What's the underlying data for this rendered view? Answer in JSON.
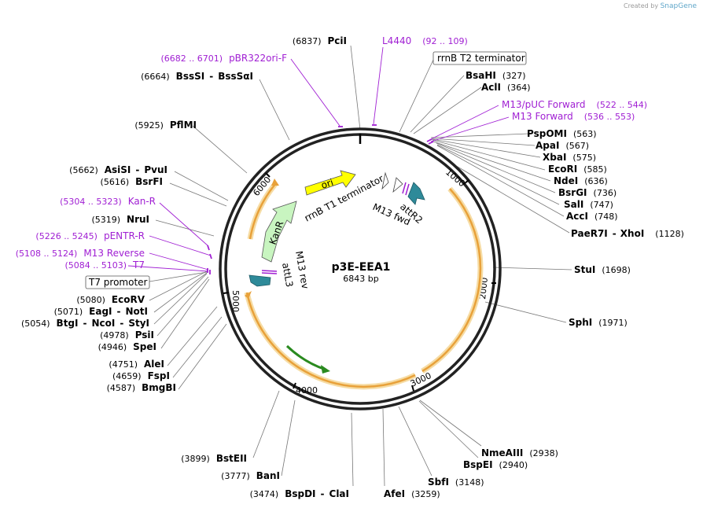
{
  "credit": {
    "prefix": "Created by",
    "brand": "SnapGene"
  },
  "plasmid": {
    "name": "p3E-EEA1",
    "length": "6843 bp"
  },
  "ticks": [
    "1000",
    "2000",
    "3000",
    "4000",
    "5000",
    "6000"
  ],
  "features": {
    "ori": "ori",
    "kanr": "KanR",
    "rrnb_t1": "rrnB T1 terminator",
    "m13_fwd": "M13 fwd",
    "attr2": "attR2",
    "m13_rev": "M13 rev",
    "attl3": "attL3"
  },
  "boxed": {
    "rrnb_t2": "rrnB T2 terminator",
    "t7_promoter": "T7 promoter"
  },
  "sites": {
    "pcii": {
      "name": "PciI",
      "pos": "(6837)"
    },
    "bssshi": {
      "name": "BssSI",
      "sep": "-",
      "name2": "BssSαI",
      "pos": "(6664)"
    },
    "pflmi": {
      "name": "PflMI",
      "pos": "(5925)"
    },
    "asisi": {
      "name": "AsiSI",
      "sep": "-",
      "name2": "PvuI",
      "pos": "(5662)"
    },
    "bsrfi": {
      "name": "BsrFI",
      "pos": "(5616)"
    },
    "nrui": {
      "name": "NruI",
      "pos": "(5319)"
    },
    "ecorv": {
      "name": "EcoRV",
      "pos": "(5080)"
    },
    "eagi": {
      "name": "EagI",
      "sep": "-",
      "name2": "NotI",
      "pos": "(5071)"
    },
    "btgi": {
      "name": "BtgI",
      "sep": "-",
      "name2": "NcoI",
      "sep2": "-",
      "name3": "StyI",
      "pos": "(5054)"
    },
    "psii": {
      "name": "PsiI",
      "pos": "(4978)"
    },
    "spei": {
      "name": "SpeI",
      "pos": "(4946)"
    },
    "alei": {
      "name": "AleI",
      "pos": "(4751)"
    },
    "fspi": {
      "name": "FspI",
      "pos": "(4659)"
    },
    "bmgbi": {
      "name": "BmgBI",
      "pos": "(4587)"
    },
    "bsteii": {
      "name": "BstEII",
      "pos": "(3899)"
    },
    "bani": {
      "name": "BanI",
      "pos": "(3777)"
    },
    "bspdi": {
      "name": "BspDI",
      "sep": "-",
      "name2": "ClaI",
      "pos": "(3474)"
    },
    "afei": {
      "name": "AfeI",
      "pos": "(3259)"
    },
    "sbfi": {
      "name": "SbfI",
      "pos": "(3148)"
    },
    "bspei": {
      "name": "BspEI",
      "pos": "(2940)"
    },
    "nmeaiii": {
      "name": "NmeAIII",
      "pos": "(2938)"
    },
    "sphi": {
      "name": "SphI",
      "pos": "(1971)"
    },
    "stui": {
      "name": "StuI",
      "pos": "(1698)"
    },
    "paer7i": {
      "name": "PaeR7I",
      "sep": "-",
      "name2": "XhoI",
      "pos": "(1128)"
    },
    "acci": {
      "name": "AccI",
      "pos": "(748)"
    },
    "sali": {
      "name": "SalI",
      "pos": "(747)"
    },
    "bsrgi": {
      "name": "BsrGI",
      "pos": "(736)"
    },
    "ndei": {
      "name": "NdeI",
      "pos": "(636)"
    },
    "ecori": {
      "name": "EcoRI",
      "pos": "(585)"
    },
    "xbai": {
      "name": "XbaI",
      "pos": "(575)"
    },
    "apai": {
      "name": "ApaI",
      "pos": "(567)"
    },
    "pspomi": {
      "name": "PspOMI",
      "pos": "(563)"
    },
    "acli": {
      "name": "AclI",
      "pos": "(364)"
    },
    "bsahi": {
      "name": "BsaHI",
      "pos": "(327)"
    }
  },
  "primers": {
    "l4440": {
      "name": "L4440",
      "range": "(92 .. 109)"
    },
    "pbr322": {
      "name": "pBR322ori-F",
      "range": "(6682 .. 6701)"
    },
    "m13puc": {
      "name": "M13/pUC Forward",
      "range": "(522 .. 544)"
    },
    "m13fwd": {
      "name": "M13 Forward",
      "range": "(536 .. 553)"
    },
    "kanr": {
      "name": "Kan-R",
      "range": "(5304 .. 5323)"
    },
    "pentr": {
      "name": "pENTR-R",
      "range": "(5226 .. 5245)"
    },
    "m13rev": {
      "name": "M13 Reverse",
      "range": "(5108 .. 5124)"
    },
    "t7": {
      "name": "T7",
      "range": "(5084 .. 5103)"
    }
  },
  "colors": {
    "backbone": "#222222",
    "orf": "#e8a13a",
    "orf_glow": "#f6dca4",
    "ori": "#ffff00",
    "kanr": "#c8f5c0",
    "att": "#2e8a99",
    "primer": "#a01fd3",
    "orf_arrow": "#2a8a1f"
  }
}
